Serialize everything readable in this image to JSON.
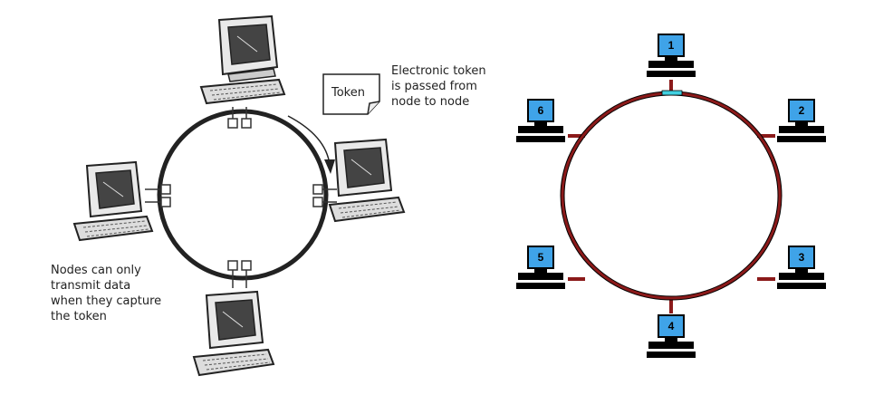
{
  "left_diagram": {
    "token_label": "Token",
    "token_description": "Electronic token\nis passed from\nnode to node",
    "capture_note": "Nodes can only\ntransmit data\nwhen they capture\nthe token"
  },
  "right_diagram": {
    "ring_color": "#8b1a1a",
    "screen_color": "#3fa3e8",
    "token_segment_color": "#40d0e0",
    "nodes": [
      {
        "label": "1"
      },
      {
        "label": "2"
      },
      {
        "label": "3"
      },
      {
        "label": "4"
      },
      {
        "label": "5"
      },
      {
        "label": "6"
      }
    ]
  }
}
